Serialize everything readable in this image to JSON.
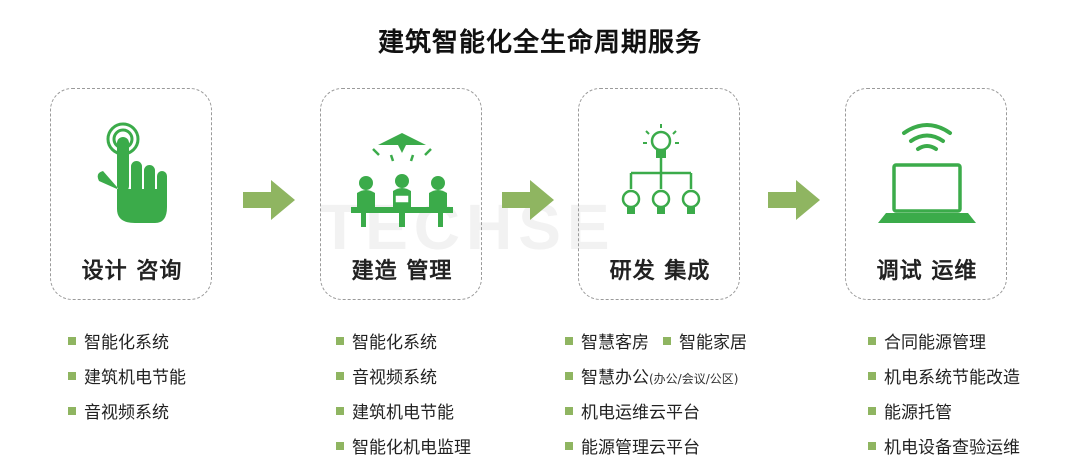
{
  "title": "建筑智能化全生命周期服务",
  "watermark": "TECHSE",
  "colors": {
    "green": "#3bab4a",
    "arrow": "#8fb561",
    "bullet": "#8fb561"
  },
  "stages": [
    {
      "label": "设计 咨询",
      "icon": "hand-touch-icon"
    },
    {
      "label": "建造 管理",
      "icon": "meeting-table-icon"
    },
    {
      "label": "研发 集成",
      "icon": "bulb-network-icon"
    },
    {
      "label": "调试 运维",
      "icon": "laptop-wifi-icon"
    }
  ],
  "lists": {
    "col1": [
      "智能化系统",
      "建筑机电节能",
      "音视频系统"
    ],
    "col2": [
      "智能化系统",
      "音视频系统",
      "建筑机电节能",
      "智能化机电监理"
    ],
    "col3": {
      "row1a": "智慧客房",
      "row1b": "智能家居",
      "row2_main": "智慧办公",
      "row2_sub": "(办公/会议/公区)",
      "row3": "机电运维云平台",
      "row4": "能源管理云平台"
    },
    "col4": [
      "合同能源管理",
      "机电系统节能改造",
      "能源托管",
      "机电设备查验运维"
    ]
  }
}
